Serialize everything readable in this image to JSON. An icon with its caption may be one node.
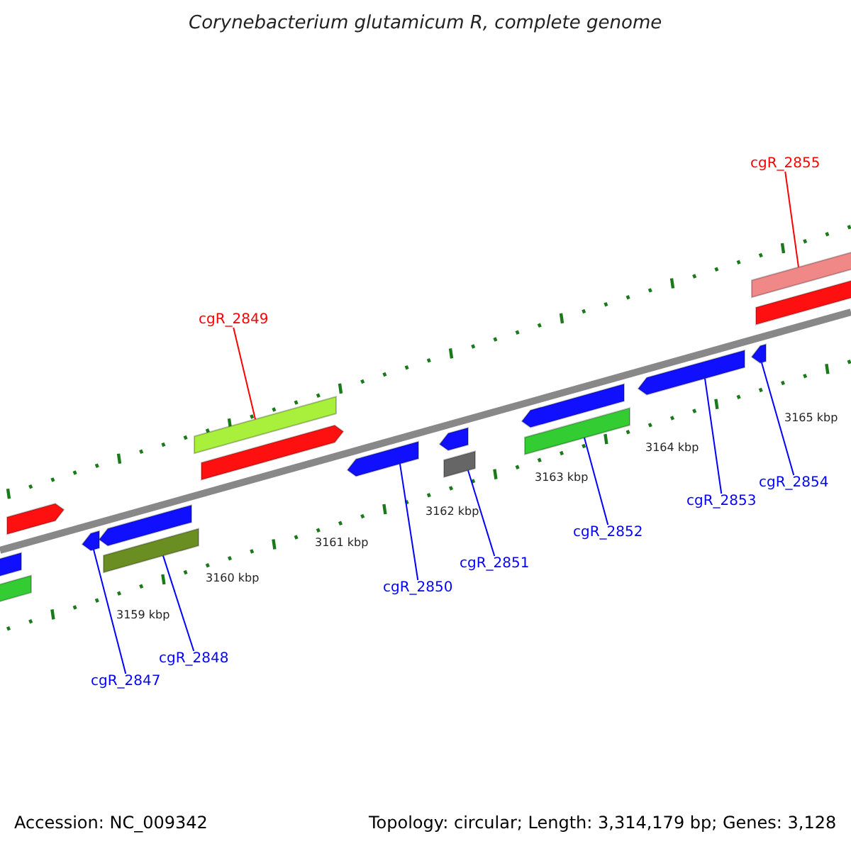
{
  "diagram": {
    "title": "Corynebacterium glutamicum R, complete genome",
    "nodes": [
      {
        "text": [
          "cgR_2855"
        ]
      },
      {
        "text": [],
        "shape": "bar"
      },
      {
        "text": [
          "cgR_2849"
        ]
      },
      {
        "text": [],
        "shape": "bar"
      },
      {
        "text": [
          "cgR_2847"
        ]
      },
      {
        "text": [],
        "shape": "bar"
      },
      {
        "text": [
          "cgR_2848"
        ]
      },
      {
        "text": [],
        "shape": "bar"
      },
      {
        "text": [
          "cgR_2850"
        ]
      },
      {
        "text": [],
        "shape": "bar"
      },
      {
        "text": [
          "cgR_2851"
        ]
      },
      {
        "text": [],
        "shape": "bar"
      },
      {
        "text": [
          "cgR_2852"
        ]
      },
      {
        "text": [],
        "shape": "bar"
      },
      {
        "text": [
          "cgR_2853"
        ]
      },
      {
        "text": [],
        "shape": "bar"
      },
      {
        "text": [
          "cgR_2854"
        ]
      },
      {
        "text": [],
        "shape": "bar"
      },
      {
        "text": [],
        "shape": "bar"
      },
      {
        "text": [],
        "shape": "bar"
      },
      {
        "text": [],
        "shape": "bar"
      },
      {
        "text": [],
        "shape": "bar"
      },
      {
        "text": [],
        "shape": "bar"
      },
      {
        "text": [],
        "shape": "bar"
      },
      {
        "text": [],
        "shape": "bar"
      },
      {
        "text": [],
        "shape": "bar"
      }
    ],
    "edges": [
      {
        "from": 0,
        "to": 1,
        "arrow": "none",
        "color": "#ff0000"
      },
      {
        "from": 2,
        "to": 3,
        "arrow": "none",
        "color": "#ff0000"
      },
      {
        "from": 4,
        "to": 5,
        "arrow": "none"
      },
      {
        "from": 6,
        "to": 7,
        "arrow": "none"
      },
      {
        "from": 8,
        "to": 9,
        "arrow": "none"
      },
      {
        "from": 10,
        "to": 11,
        "arrow": "none"
      },
      {
        "from": 12,
        "to": 13,
        "arrow": "none"
      },
      {
        "from": 14,
        "to": 15,
        "arrow": "none"
      },
      {
        "from": 16,
        "to": 17,
        "arrow": "none"
      }
    ],
    "labels": [
      "3159 kbp",
      "3160 kbp",
      "3161 kbp",
      "3162 kbp",
      "3163 kbp",
      "3164 kbp",
      "3165 kbp",
      "Accession: NC_009342",
      "Topology: circular; Length: 3,314,179 bp; Genes: 3,128"
    ]
  }
}
